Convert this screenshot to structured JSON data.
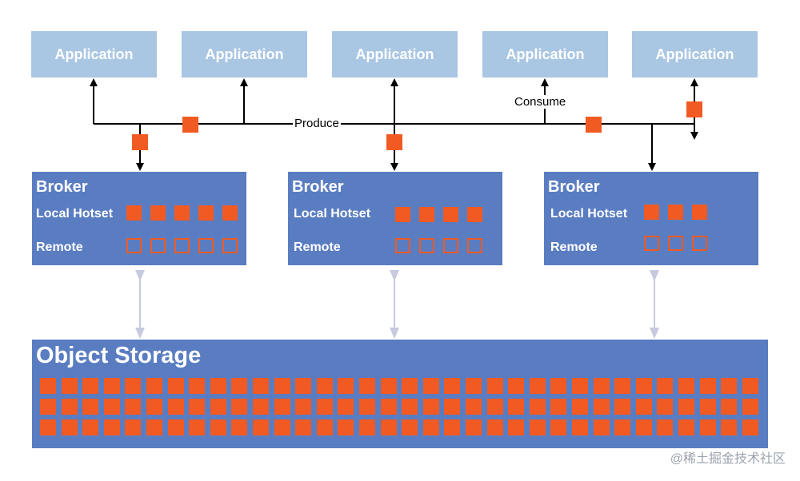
{
  "applications": [
    {
      "label": "Application"
    },
    {
      "label": "Application"
    },
    {
      "label": "Application"
    },
    {
      "label": "Application"
    },
    {
      "label": "Application"
    }
  ],
  "flow_labels": {
    "produce": "Produce",
    "consume": "Consume"
  },
  "brokers": [
    {
      "title": "Broker",
      "hotset_label": "Local Hotset",
      "remote_label": "Remote",
      "hotset_count": 5,
      "remote_count": 5
    },
    {
      "title": "Broker",
      "hotset_label": "Local Hotset",
      "remote_label": "Remote",
      "hotset_count": 4,
      "remote_count": 4
    },
    {
      "title": "Broker",
      "hotset_label": "Local Hotset",
      "remote_label": "Remote",
      "hotset_count": 3,
      "remote_count": 3
    }
  ],
  "object_storage": {
    "title": "Object Storage",
    "rows": 3,
    "columns": 34
  },
  "watermark": "@稀土掘金技术社区",
  "colors": {
    "application_fill": "#a9c6e3",
    "broker_fill": "#5a7dc2",
    "storage_fill": "#5a7dc2",
    "message_orange": "#f15a22",
    "replication_arrow": "#c7c9de",
    "wire": "#000000"
  }
}
